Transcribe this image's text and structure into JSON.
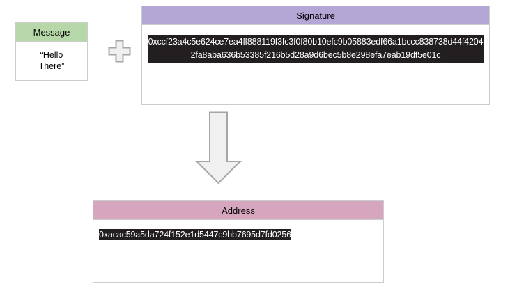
{
  "diagram": {
    "title": "signature-to-address derivation",
    "colors": {
      "message_header": "#b6d7a8",
      "signature_header": "#b4a7d6",
      "address_header": "#d5a6bd",
      "card_border": "#cccccc",
      "highlight_background": "#231f20",
      "highlight_text": "#ffffff",
      "shape_fill": "#f0f0f0",
      "shape_stroke": "#a6a6a6",
      "canvas_background": "#ffffff"
    },
    "message_card": {
      "header": "Message",
      "body": "“Hello\nThere”"
    },
    "signature_card": {
      "header": "Signature",
      "hex": "0xccf23a4c5e624ce7ea4ff888119f3fc3f0f80b10efc9b05883edf66a1bccc838738d44f42042fa8aba636b53385f216b5d28a9d6bec5b8e298efa7eab19df5e01c"
    },
    "address_card": {
      "header": "Address",
      "hex": "0xacac59a5da724f152e1d5447c9bb7695d7fd0256"
    },
    "operators": {
      "plus": "plus-icon",
      "arrow": "down-arrow-icon"
    }
  }
}
